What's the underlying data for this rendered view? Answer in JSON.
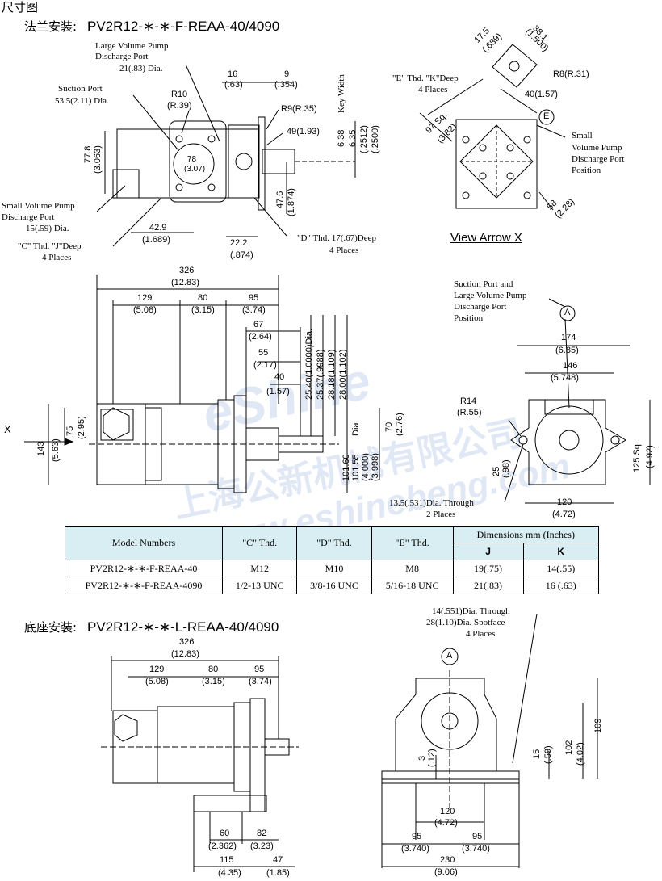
{
  "header": {
    "section_title": "尺寸图",
    "flange_label": "法兰安装:",
    "flange_model": "PV2R12-∗-∗-F-REAA-40/4090",
    "base_label": "底座安装:",
    "base_model": "PV2R12-∗-∗-L-REAA-40/4090"
  },
  "top_view": {
    "large_pump_discharge": [
      "Large Volume Pump",
      "Discharge Port",
      "21(.83) Dia."
    ],
    "suction_port": [
      "Suction Port",
      "53.5(2.11) Dia."
    ],
    "r10": [
      "R10",
      "(R.39)"
    ],
    "d16": [
      "16",
      "(.63)"
    ],
    "d9": [
      "9",
      "(.354)"
    ],
    "r9": "R9(R.35)",
    "d49": "49(1.93)",
    "key_width": "Key Width",
    "d638": "6.38",
    "d635": "6.35",
    "d2512": "(.2512)",
    "d2500": "(.2500)",
    "d778": "77.8",
    "d3063": "(3.063)",
    "d78": "78",
    "d307": "(3.07)",
    "d476": "47.6",
    "d1874": "(1.874)",
    "small_pump_discharge": [
      "Small Volume Pump",
      "Discharge Port",
      "15(.59) Dia."
    ],
    "d429": "42.9",
    "d1689": "(1.689)",
    "d222": "22.2",
    "d874": "(.874)",
    "c_thread": [
      "\"C\" Thd. \"J\"Deep",
      "4 Places"
    ],
    "d_thread": [
      "\"D\" Thd. 17(.67)Deep",
      "4 Places"
    ]
  },
  "view_x": {
    "e_thread": [
      "\"E\" Thd. \"K\"Deep",
      "4 Places"
    ],
    "d175": "17.5",
    "d689": "(.689)",
    "d381": "38.1",
    "d1500": "(1.500)",
    "r8": "R8(R.31)",
    "d40": "40(1.57)",
    "d97sq": "97 Sq.",
    "d382": "(3.82)",
    "e_marker": "E",
    "small_pump_pos": [
      "Small",
      "Volume Pump",
      "Discharge Port",
      "Position"
    ],
    "d58": "58",
    "d228": "(2.28)",
    "caption": "View Arrow X"
  },
  "side_view": {
    "d326": "326",
    "d1283": "(12.83)",
    "d129": "129",
    "d508": "(5.08)",
    "d80": "80",
    "d315": "(3.15)",
    "d95": "95",
    "d374": "(3.74)",
    "d67": "67",
    "d264": "(2.64)",
    "d55": "55",
    "d217": "(2.17)",
    "d40": "40",
    "d157": "(1.57)",
    "shaft_dia": [
      "25.40(1.0000)Dia.",
      "25.37(.9988)",
      "28.18(1.109)",
      "28.00(1.102)"
    ],
    "d101": [
      "101.60",
      "101.55",
      "(4.000)",
      "(3.998)"
    ],
    "dia": "Dia.",
    "d70": "70",
    "d276": "(2.76)",
    "x_arrow": "X",
    "d143": "143",
    "d563": "(5.63)",
    "d75": "75",
    "d295": "(2.95)"
  },
  "front_view": {
    "suction_large": [
      "Suction Port and",
      "Large Volume Pump",
      "Discharge Port",
      "Position"
    ],
    "a_marker": "A",
    "d174": "174",
    "d685": "(6.85)",
    "d146": "146",
    "d5748": "(5.748)",
    "r14": "R14",
    "r55": "(R.55)",
    "d125sq": "125 Sq.",
    "d492": "(4.92)",
    "d25": "25",
    "d98": "(.98)",
    "d120": "120",
    "d472": "(4.72)",
    "through": [
      "13.5(.531)Dia. Through",
      "2 Places"
    ]
  },
  "table": {
    "headers": {
      "model": "Model Numbers",
      "c": "\"C\" Thd.",
      "d": "\"D\" Thd.",
      "e": "\"E\" Thd.",
      "dims": "Dimensions     mm (Inches)",
      "j": "J",
      "k": "K"
    },
    "rows": [
      {
        "model": "PV2R12-∗-∗-F-REAA-40",
        "c": "M12",
        "d": "M10",
        "e": "M8",
        "j": "19(.75)",
        "k": "14(.55)"
      },
      {
        "model": "PV2R12-∗-∗-F-REAA-4090",
        "c": "1/2-13 UNC",
        "d": "3/8-16 UNC",
        "e": "5/16-18 UNC",
        "j": "21(.83)",
        "k": "16 (.63)"
      }
    ]
  },
  "base_view": {
    "d326": "326",
    "d1283": "(12.83)",
    "d129": "129",
    "d508": "(5.08)",
    "d80": "80",
    "d315": "(3.15)",
    "d95": "95",
    "d374": "(3.74)",
    "d60": "60",
    "d2362": "(2.362)",
    "d82": "82",
    "d323": "(3.23)",
    "d115": "115",
    "d435": "(4.35)",
    "d47": "47",
    "d185": "(1.85)"
  },
  "base_front": {
    "through": [
      "14(.551)Dia. Through",
      "28(1.10)Dia. Spotface",
      "4 Places"
    ],
    "a_marker": "A",
    "d109": "109",
    "d102": "102",
    "d402": "(4.02)",
    "d15": "15",
    "d59": "(.59)",
    "d3": "3",
    "d12": "(.12)",
    "d120": "120",
    "d472": "(4.72)",
    "d95a": "95",
    "d3740a": "(3.740)",
    "d95b": "95",
    "d3740b": "(3.740)",
    "d230": "230",
    "d906": "(9.06)"
  },
  "watermark": {
    "logo": "eShine",
    "company": "上海公新机械有限公司",
    "url": "www.eshinebeng.com"
  }
}
